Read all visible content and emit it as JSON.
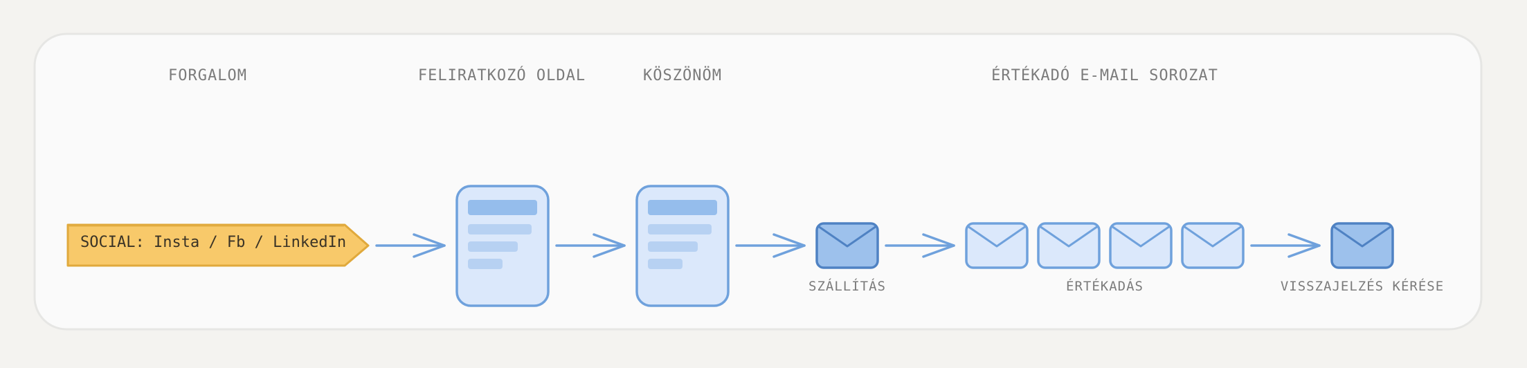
{
  "stages": {
    "traffic": "FORGALOM",
    "signup_page": "FELIRATKOZÓ OLDAL",
    "thank_you": "KÖSZÖNÖM",
    "value_series": "ÉRTÉKADÓ E-MAIL SOROZAT"
  },
  "source_tag": "SOCIAL: Insta / Fb / LinkedIn",
  "labels": {
    "delivery": "SZÁLLÍTÁS",
    "value": "ÉRTÉKADÁS",
    "feedback": "VISSZAJELZÉS KÉRÉSE"
  },
  "icons": {
    "page": "page-icon",
    "email_dark": "envelope-icon",
    "email_light": "envelope-icon"
  },
  "colors": {
    "tag_fill": "#f8c96a",
    "tag_stroke": "#e0a93c",
    "page_fill": "#dbe8fb",
    "stroke_blue": "#6fa1dc",
    "bar_dark": "#95bdec",
    "bar_light": "#b7d1f2",
    "envelope_dark": "#9dc1ec",
    "envelope_light": "#dbe8fb",
    "frame_fill": "#fafafa"
  }
}
